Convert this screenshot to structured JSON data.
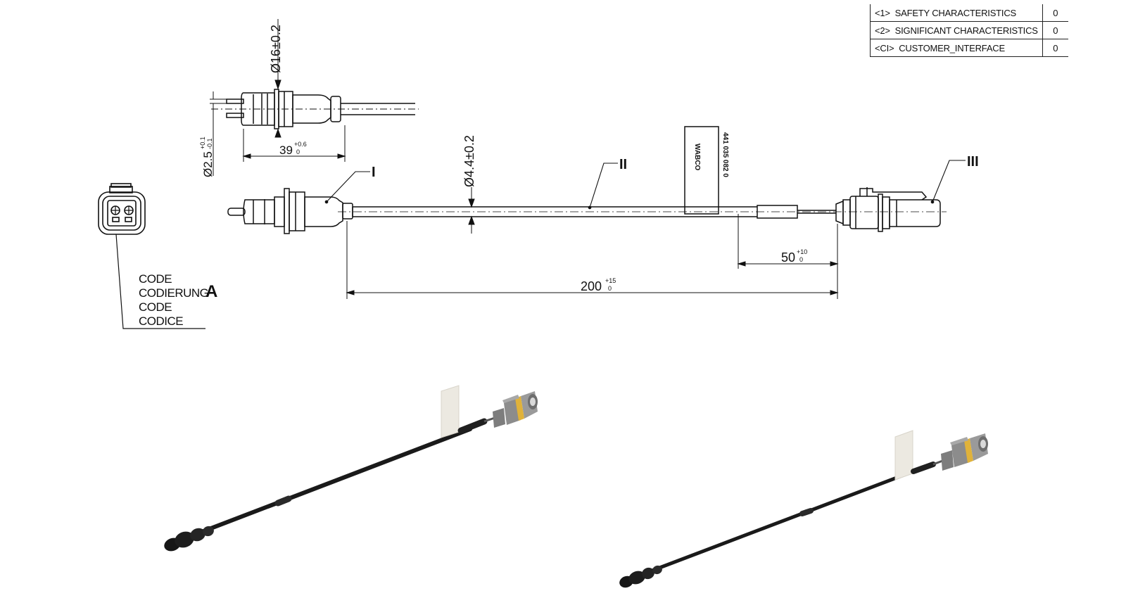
{
  "legend": [
    {
      "key": "<1>",
      "label": "SAFETY CHARACTERISTICS",
      "value": "0"
    },
    {
      "key": "<2>",
      "label": "SIGNIFICANT CHARACTERISTICS",
      "value": "0"
    },
    {
      "key": "<CI>",
      "label": "CUSTOMER_INTERFACE",
      "value": "0"
    }
  ],
  "code_labels": [
    "CODE",
    "CODIERUNG",
    "CODE",
    "CODICE"
  ],
  "code_letter": "A",
  "callouts": {
    "one": "I",
    "two": "II",
    "three": "III"
  },
  "dimensions": {
    "plug_diameter": "Ø16±0.2",
    "pin_diameter": "Ø2.5",
    "pin_tol_upper": "+0.1",
    "pin_tol_lower": "-0.1",
    "plug_length": "39",
    "plug_length_tol_upper": "+0.6",
    "plug_length_tol_lower": "0",
    "cable_diameter": "Ø4.4±0.2",
    "tail_length": "50",
    "tail_tol_upper": "+10",
    "tail_tol_lower": "0",
    "total_length": "200",
    "total_tol_upper": "+15",
    "total_tol_lower": "0"
  },
  "flag": {
    "brand": "WABCO",
    "part_number": "441 035 082 0"
  },
  "colors": {
    "line": "#111111",
    "cable": "#1a1a1a",
    "connector_grey": "#8a8a8a",
    "connector_yellow": "#e0b23a",
    "flag": "#ece9e1"
  }
}
